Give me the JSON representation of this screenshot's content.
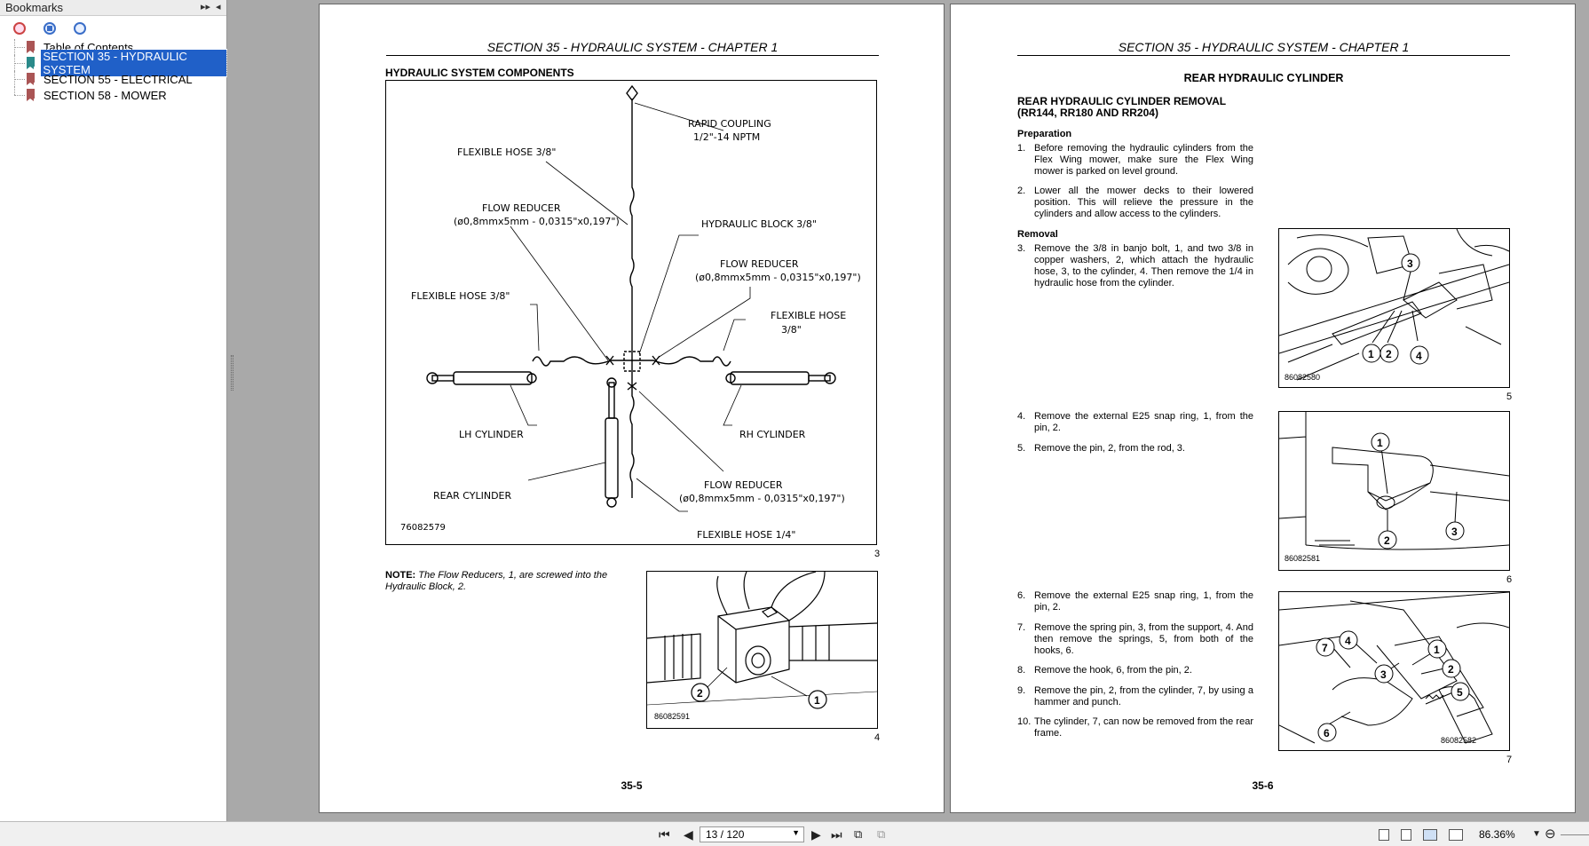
{
  "sidebar": {
    "title": "Bookmarks",
    "items": [
      {
        "label": "Table of Contents"
      },
      {
        "label": "SECTION 35 - HYDRAULIC SYSTEM"
      },
      {
        "label": "SECTION 55 - ELECTRICAL"
      },
      {
        "label": "SECTION 58 - MOWER"
      }
    ]
  },
  "left_page": {
    "header": "SECTION 35 - HYDRAULIC SYSTEM - CHAPTER 1",
    "title": "HYDRAULIC SYSTEM COMPONENTS",
    "figure3": {
      "number": "3",
      "code": "76082579",
      "labels": {
        "rapid_coupling_1": "RAPID COUPLING",
        "rapid_coupling_2": "1/2\"-14 NPTM",
        "flex_hose_top": "FLEXIBLE HOSE 3/8\"",
        "flow_reducer_l1": "FLOW REDUCER",
        "flow_reducer_l2": "(ø0,8mmx5mm - 0,0315\"x0,197\")",
        "hydraulic_block": "HYDRAULIC BLOCK 3/8\"",
        "flow_reducer_r1": "FLOW REDUCER",
        "flow_reducer_r2": "(ø0,8mmx5mm - 0,0315\"x0,197\")",
        "flex_hose_left": "FLEXIBLE HOSE 3/8\"",
        "flex_hose_right_1": "FLEXIBLE HOSE",
        "flex_hose_right_2": "3/8\"",
        "lh_cylinder": "LH CYLINDER",
        "rh_cylinder": "RH CYLINDER",
        "rear_cylinder": "REAR CYLINDER",
        "flow_reducer_b1": "FLOW REDUCER",
        "flow_reducer_b2": "(ø0,8mmx5mm - 0,0315\"x0,197\")",
        "flex_hose_bottom": "FLEXIBLE HOSE 1/4\""
      }
    },
    "note_label": "NOTE:",
    "note_text": "The Flow Reducers, 1, are screwed into the Hydraulic Block, 2.",
    "figure4": {
      "number": "4",
      "code": "86082591",
      "c1": "1",
      "c2": "2"
    },
    "page_number": "35-5"
  },
  "right_page": {
    "header": "SECTION 35 - HYDRAULIC SYSTEM - CHAPTER 1",
    "title": "REAR HYDRAULIC CYLINDER",
    "subtitle_1": "REAR HYDRAULIC CYLINDER REMOVAL",
    "subtitle_2": "(RR144, RR180 AND RR204)",
    "prep_heading": "Preparation",
    "removal_heading": "Removal",
    "steps": [
      {
        "n": "1.",
        "text": "Before removing the hydraulic cylinders from the Flex Wing mower, make sure the Flex Wing mower is parked on level ground."
      },
      {
        "n": "2.",
        "text": "Lower all the mower decks to their lowered position. This will relieve the pressure in the cylinders and allow access to the cylinders."
      },
      {
        "n": "3.",
        "text": "Remove the 3/8 in banjo bolt, 1, and two 3/8 in copper washers, 2, which attach the hydraulic hose, 3, to the cylinder, 4. Then remove the 1/4 in hydraulic hose from the cylinder."
      },
      {
        "n": "4.",
        "text": "Remove the external E25 snap ring, 1, from the pin, 2."
      },
      {
        "n": "5.",
        "text": "Remove the pin, 2, from the rod, 3."
      },
      {
        "n": "6.",
        "text": "Remove the external E25 snap ring, 1, from the pin, 2."
      },
      {
        "n": "7.",
        "text": "Remove the spring pin, 3, from the support, 4. And then remove the springs, 5, from both of the hooks, 6."
      },
      {
        "n": "8.",
        "text": "Remove the hook, 6, from the pin, 2."
      },
      {
        "n": "9.",
        "text": "Remove the pin, 2, from the cylinder, 7, by using a hammer and punch."
      },
      {
        "n": "10.",
        "text": "The cylinder, 7, can now be removed from the rear frame."
      }
    ],
    "figure5": {
      "number": "5",
      "code": "86082580",
      "callouts": [
        "3",
        "1",
        "2",
        "4"
      ]
    },
    "figure6": {
      "number": "6",
      "code": "86082581",
      "callouts": [
        "1",
        "2",
        "3"
      ]
    },
    "figure7": {
      "number": "7",
      "code": "86082582",
      "callouts": [
        "7",
        "4",
        "1",
        "2",
        "3",
        "5",
        "6"
      ]
    },
    "page_number": "35-6"
  },
  "toolbar": {
    "page_display": "13 / 120",
    "zoom": "86.36%"
  }
}
